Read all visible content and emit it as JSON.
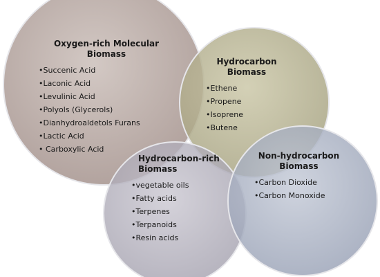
{
  "colors": {
    "oxygen": "#b8a9a2",
    "hydrocarbon": "#b6b290",
    "hydrocarbon_rich": "#b0adb9",
    "non_hydrocarbon": "#a6aec1",
    "stroke": "#e6e6ea"
  },
  "circles": [
    {
      "id": "oxygen",
      "title": "Oxygen-rich Molecular Biomass",
      "items": [
        "Succenic Acid",
        "Laconic Acid",
        "Levulinic Acid",
        "Polyols (Glycerols)",
        "Dianhydroaldetols Furans",
        "Lactic Acid",
        " Carboxylic Acid"
      ]
    },
    {
      "id": "hydrocarbon",
      "title": "Hydrocarbon Biomass",
      "items": [
        "Ethene",
        "Propene",
        "Isoprene",
        "Butene"
      ]
    },
    {
      "id": "hydrocarbon_rich",
      "title": "Hydrocarbon-rich Biomass",
      "items": [
        "vegetable oils",
        "Fatty acids",
        "Terpenes",
        "Terpanoids",
        "Resin acids"
      ]
    },
    {
      "id": "non_hydrocarbon",
      "title": "Non-hydrocarbon Biomass",
      "items": [
        "Carbon Dioxide",
        "Carbon Monoxide"
      ]
    }
  ]
}
